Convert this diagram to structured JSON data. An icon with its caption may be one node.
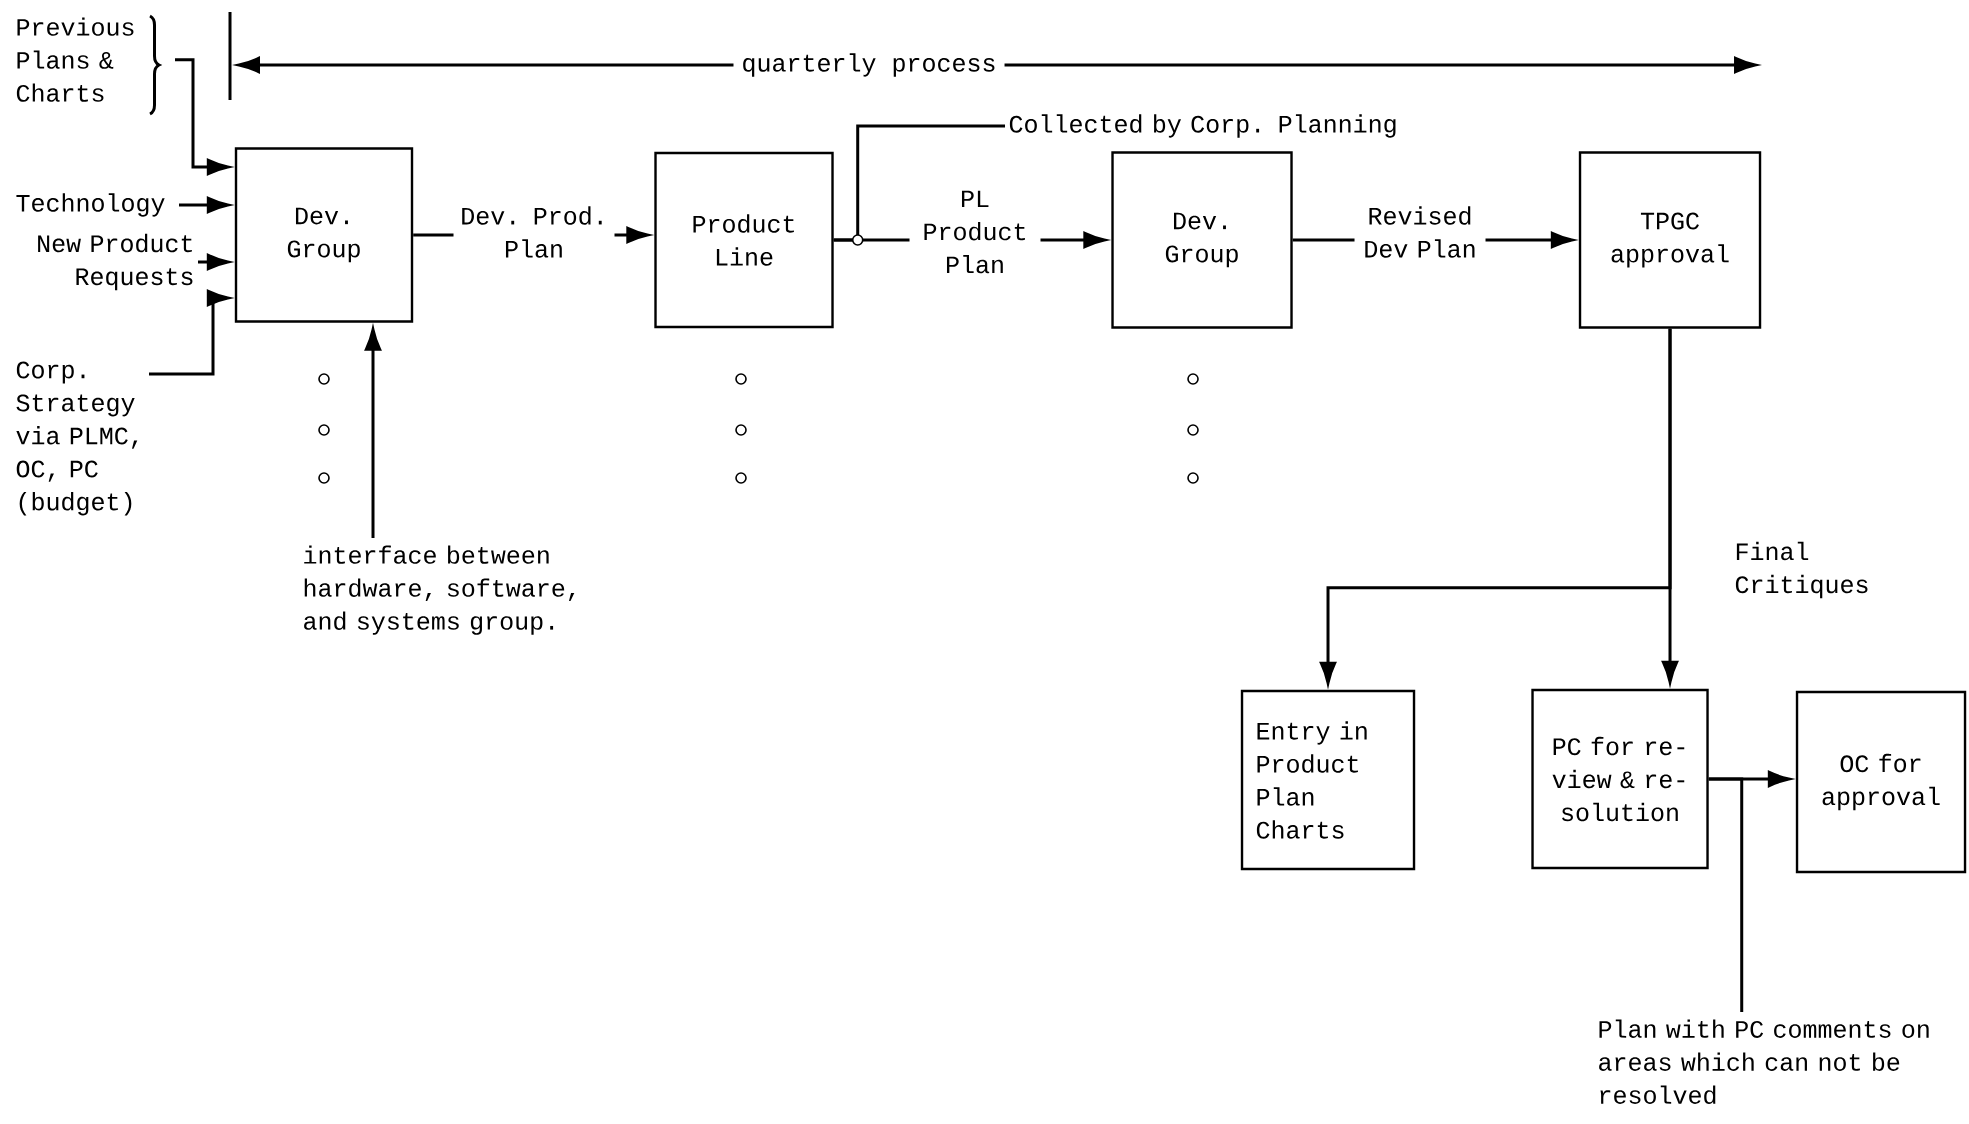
{
  "diagram": {
    "nodes": [
      {
        "text": [
          "Previous Plans & Charts"
        ]
      },
      {
        "text": [
          "Technology"
        ]
      },
      {
        "text": [
          "New Product Requests"
        ]
      },
      {
        "text": [
          "Corp. Strategy via PLMC, OC, PC (budget)"
        ]
      },
      {
        "text": [
          "Dev. Group"
        ]
      },
      {
        "text": [
          "Product Line"
        ]
      },
      {
        "text": [
          "Dev. Group"
        ]
      },
      {
        "text": [
          "TPGC approval"
        ]
      },
      {
        "text": [
          "Entry in Product Plan Charts"
        ]
      },
      {
        "text": [
          "PC for re- view & re- solution"
        ]
      },
      {
        "text": [
          "OC for approval"
        ]
      },
      {
        "text": [
          "interface between hardware, software, and systems group."
        ]
      },
      {
        "text": [
          "Collected by Corp. Planning"
        ]
      },
      {
        "text": [
          "Plan with PC comments on areas which can not be resolved"
        ]
      }
    ],
    "edges": [
      {
        "from": 0,
        "to": 4,
        "arrow": "to"
      },
      {
        "from": 1,
        "to": 4,
        "arrow": "to"
      },
      {
        "from": 2,
        "to": 4,
        "arrow": "to"
      },
      {
        "from": 3,
        "to": 4,
        "arrow": "to"
      },
      {
        "from": 4,
        "to": 5,
        "arrow": "to",
        "label": "Dev. Prod. Plan"
      },
      {
        "from": 5,
        "to": 6,
        "arrow": "to",
        "label": "PL Product Plan"
      },
      {
        "from": 5,
        "to": 12,
        "arrow": "none"
      },
      {
        "from": 6,
        "to": 7,
        "arrow": "to",
        "label": "Revised Dev Plan"
      },
      {
        "from": 7,
        "to": 8,
        "arrow": "to"
      },
      {
        "from": 7,
        "to": 9,
        "arrow": "to",
        "label": "Final Critiques"
      },
      {
        "from": 9,
        "to": 10,
        "arrow": "to"
      },
      {
        "from": 9,
        "to": 13,
        "arrow": "none"
      },
      {
        "from": 11,
        "to": 4,
        "arrow": "to"
      }
    ],
    "labels": [
      "quarterly process"
    ]
  }
}
